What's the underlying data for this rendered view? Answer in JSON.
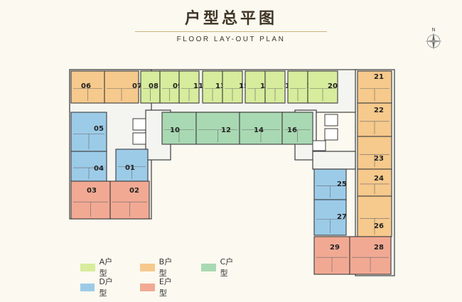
{
  "header": {
    "title": "户型总平图",
    "subtitle": "FLOOR LAY-OUT PLAN",
    "north_label": "N"
  },
  "colors": {
    "A": "#d7ec9c",
    "B": "#f6c98c",
    "C": "#a9d9b3",
    "D": "#9ccbe8",
    "E": "#f2a993",
    "wall": "#3c3c3c",
    "corridor": "#f4f4f1"
  },
  "units": [
    {
      "id": "06",
      "type": "B"
    },
    {
      "id": "07",
      "type": "B"
    },
    {
      "id": "08",
      "type": "A"
    },
    {
      "id": "09",
      "type": "A"
    },
    {
      "id": "11",
      "type": "A"
    },
    {
      "id": "13",
      "type": "A"
    },
    {
      "id": "15",
      "type": "A"
    },
    {
      "id": "17",
      "type": "A"
    },
    {
      "id": "18",
      "type": "A"
    },
    {
      "id": "19",
      "type": "A"
    },
    {
      "id": "20",
      "type": "A"
    },
    {
      "id": "10",
      "type": "C"
    },
    {
      "id": "12",
      "type": "C"
    },
    {
      "id": "14",
      "type": "C"
    },
    {
      "id": "16",
      "type": "C"
    },
    {
      "id": "05",
      "type": "D"
    },
    {
      "id": "04",
      "type": "D"
    },
    {
      "id": "01",
      "type": "D"
    },
    {
      "id": "03",
      "type": "E"
    },
    {
      "id": "02",
      "type": "E"
    },
    {
      "id": "21",
      "type": "B"
    },
    {
      "id": "22",
      "type": "B"
    },
    {
      "id": "23",
      "type": "B"
    },
    {
      "id": "24",
      "type": "B"
    },
    {
      "id": "26",
      "type": "B"
    },
    {
      "id": "25",
      "type": "D"
    },
    {
      "id": "27",
      "type": "D"
    },
    {
      "id": "29",
      "type": "E"
    },
    {
      "id": "28",
      "type": "E"
    }
  ],
  "legend": [
    {
      "type": "A",
      "label": "A户型"
    },
    {
      "type": "B",
      "label": "B户型"
    },
    {
      "type": "C",
      "label": "C户型"
    },
    {
      "type": "D",
      "label": "D户型"
    },
    {
      "type": "E",
      "label": "E户型"
    }
  ]
}
